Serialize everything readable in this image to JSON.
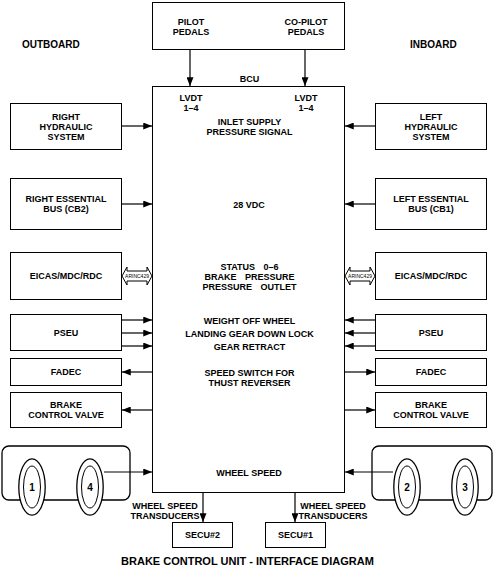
{
  "diagram": {
    "title": "BRAKE CONTROL UNIT - INTERFACE DIAGRAM",
    "nodes": [
      {
        "text": [
          "PILOT PEDALS",
          "CO-PILOT PEDALS"
        ]
      },
      {
        "text": [
          "BCU",
          "LVDT 1–4",
          "LVDT 1–4",
          "INLET SUPPLY PRESSURE SIGNAL",
          "28 VDC",
          "STATUS 0–6 BRAKE PRESSURE PRESSURE OUTLET",
          "WEIGHT OFF WHEEL",
          "LANDING GEAR DOWN LOCK",
          "GEAR RETRACT",
          "SPEED SWITCH FOR THUST REVERSER",
          "WHEEL SPEED"
        ]
      },
      {
        "text": [
          "RIGHT HYDRAULIC SYSTEM"
        ]
      },
      {
        "text": [
          "RIGHT ESSENTIAL BUS (CB2)"
        ]
      },
      {
        "text": [
          "EICAS/MDC/RDC"
        ]
      },
      {
        "text": [
          "PSEU"
        ]
      },
      {
        "text": [
          "FADEC"
        ]
      },
      {
        "text": [
          "BRAKE CONTROL VALVE"
        ]
      },
      {
        "text": [
          "1"
        ]
      },
      {
        "text": [
          "4"
        ]
      },
      {
        "text": [
          "LEFT HYDRAULIC SYSTEM"
        ]
      },
      {
        "text": [
          "LEFT ESSENTIAL BUS (CB1)"
        ]
      },
      {
        "text": [
          "EICAS/MDC/RDC"
        ]
      },
      {
        "text": [
          "PSEU"
        ]
      },
      {
        "text": [
          "FADEC"
        ]
      },
      {
        "text": [
          "BRAKE CONTROL VALVE"
        ]
      },
      {
        "text": [
          "2"
        ]
      },
      {
        "text": [
          "3"
        ]
      },
      {
        "text": [
          "SECU#2"
        ]
      },
      {
        "text": [
          "SECU#1"
        ]
      }
    ],
    "edges": [
      {
        "from": 0,
        "to": 1,
        "arrow": "to"
      },
      {
        "from": 0,
        "to": 1,
        "arrow": "to"
      },
      {
        "from": 2,
        "to": 1,
        "arrow": "to"
      },
      {
        "from": 3,
        "to": 1,
        "arrow": "to"
      },
      {
        "from": 4,
        "to": 1,
        "arrow": "both",
        "label": "ARINC429"
      },
      {
        "from": 5,
        "to": 1,
        "arrow": "to"
      },
      {
        "from": 5,
        "to": 1,
        "arrow": "to"
      },
      {
        "from": 5,
        "to": 1,
        "arrow": "to"
      },
      {
        "from": 1,
        "to": 6,
        "arrow": "to"
      },
      {
        "from": 1,
        "to": 7,
        "arrow": "to"
      },
      {
        "from": 9,
        "to": 1,
        "arrow": "to"
      },
      {
        "from": 10,
        "to": 1,
        "arrow": "to"
      },
      {
        "from": 11,
        "to": 1,
        "arrow": "to"
      },
      {
        "from": 12,
        "to": 1,
        "arrow": "both",
        "label": "ARINC429"
      },
      {
        "from": 13,
        "to": 1,
        "arrow": "to"
      },
      {
        "from": 13,
        "to": 1,
        "arrow": "to"
      },
      {
        "from": 13,
        "to": 1,
        "arrow": "to"
      },
      {
        "from": 1,
        "to": 14,
        "arrow": "to"
      },
      {
        "from": 1,
        "to": 15,
        "arrow": "to"
      },
      {
        "from": 16,
        "to": 1,
        "arrow": "to"
      },
      {
        "from": 1,
        "to": 18,
        "arrow": "to"
      },
      {
        "from": 1,
        "to": 19,
        "arrow": "to"
      }
    ],
    "labels": [
      "OUTBOARD",
      "INBOARD",
      "WHEEL SPEED TRANSDUCERS",
      "WHEEL SPEED TRANSDUCERS"
    ]
  }
}
